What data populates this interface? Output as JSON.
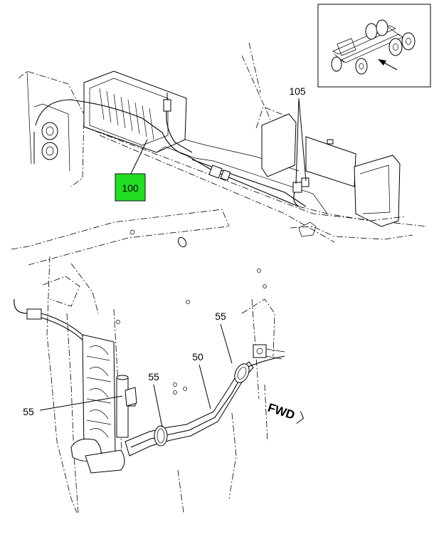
{
  "callouts": {
    "c100": "100",
    "c105": "105",
    "c55_left": "55",
    "c55_mid": "55",
    "c55_top": "55",
    "c50": "50"
  },
  "direction_label": "FWD",
  "colors": {
    "highlight": "#22dd22",
    "ink": "#000000"
  },
  "icons": {
    "locator_arrow": "arrow-up-left-icon",
    "fwd_arrow": "chevron-right-icon"
  }
}
